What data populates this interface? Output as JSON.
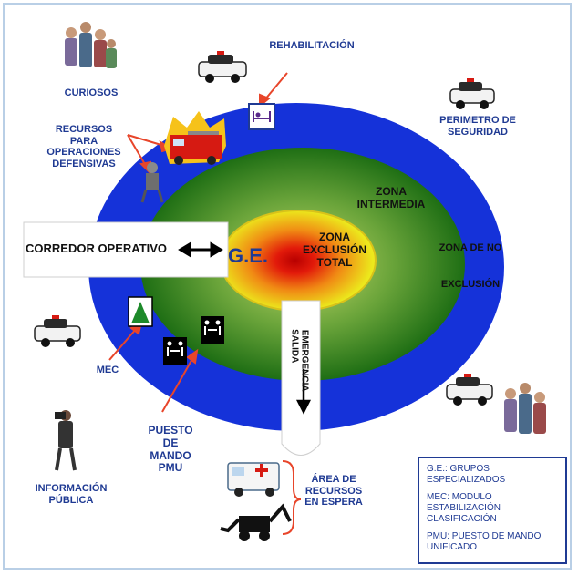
{
  "zones": {
    "ge": "G.E.",
    "exclusion": [
      "ZONA",
      "EXCLUSIÓN",
      "TOTAL"
    ],
    "intermedia": [
      "ZONA",
      "INTERMEDIA"
    ],
    "no_exclusion_1": "ZONA DE NO",
    "no_exclusion_2": "EXCLUSIÓN"
  },
  "corridor": "CORREDOR OPERATIVO",
  "exit": [
    "SALIDA",
    "EMERGENCIA"
  ],
  "labels": {
    "curiosos": "CURIOSOS",
    "rehabilitacion": "REHABILITACIÓN",
    "perimetro": [
      "PERIMETRO DE",
      "SEGURIDAD"
    ],
    "recursos": [
      "RECURSOS",
      "PARA",
      "OPERACIONES",
      "DEFENSIVAS"
    ],
    "mec": "MEC",
    "pmu": [
      "PUESTO",
      "DE",
      "MANDO",
      "PMU"
    ],
    "info": [
      "INFORMACIÓN",
      "PÚBLICA"
    ],
    "area": [
      "ÁREA DE",
      "RECURSOS",
      "EN ESPERA"
    ]
  },
  "legend": [
    "G.E.: GRUPOS ESPECIALIZADOS",
    "MEC: MODULO ESTABILIZACIÓN CLASIFICACIÓN",
    "PMU: PUESTO DE MANDO UNIFICADO"
  ],
  "colors": {
    "outer": "#1532d9",
    "intermediate": "#2a8a1e",
    "core": "#e8e41c",
    "text_blue": "#1f3a93",
    "arrows": "#e8452a"
  },
  "icons": [
    "crowd-icon",
    "police-car-icon",
    "fire-truck-icon",
    "bed-icon",
    "firefighter-icon",
    "tent-icon",
    "meeting-icon",
    "camera-operator-icon",
    "ambulance-icon",
    "backhoe-icon"
  ]
}
